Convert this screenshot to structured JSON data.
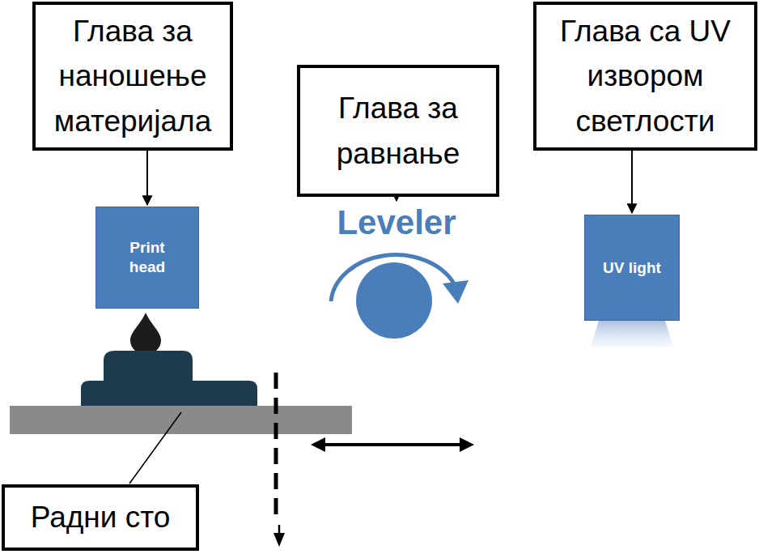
{
  "diagram": {
    "nodes": [
      {
        "text": [
          "Глава за наношење материјала"
        ]
      },
      {
        "text": [
          "Глава за равнање"
        ]
      },
      {
        "text": [
          "Глава са UV извором светлости"
        ]
      },
      {
        "text": [
          "Print head"
        ]
      },
      {
        "text": [
          "Leveler"
        ]
      },
      {
        "text": [
          "UV light"
        ]
      },
      {
        "text": [
          "Радни сто"
        ]
      }
    ],
    "edges": [
      {
        "from": 0,
        "to": 3,
        "arrow": "to"
      },
      {
        "from": 1,
        "to": 4,
        "arrow": "to"
      },
      {
        "from": 2,
        "to": 5,
        "arrow": "to"
      }
    ]
  }
}
